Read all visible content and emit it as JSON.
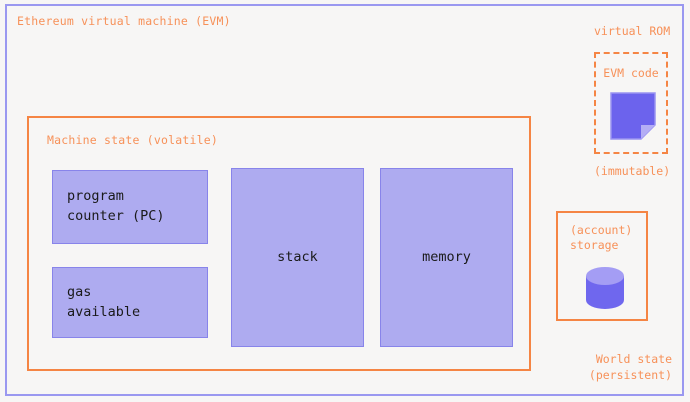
{
  "diagram": {
    "background_color": "#f7f6f5",
    "accent_orange": "#f79159",
    "accent_purple": "#9a98f0",
    "box_fill": "#aeabf0",
    "box_border": "#8884ea",
    "outer": {
      "title": "Ethereum virtual machine (EVM)"
    },
    "machine_state": {
      "title": "Machine state (volatile)",
      "components": [
        {
          "name": "program-counter",
          "label": "program\ncounter (PC)"
        },
        {
          "name": "gas-available",
          "label": "gas\navailable"
        },
        {
          "name": "stack",
          "label": "stack"
        },
        {
          "name": "memory",
          "label": "memory"
        }
      ]
    },
    "virtual_rom": {
      "title": "virtual ROM",
      "code_label": "EVM code",
      "icon": "document-icon",
      "footnote": "(immutable)"
    },
    "storage": {
      "label": "(account)\nstorage",
      "icon": "database-cylinder-icon"
    },
    "world_state": {
      "label": "World state\n(persistent)"
    }
  }
}
